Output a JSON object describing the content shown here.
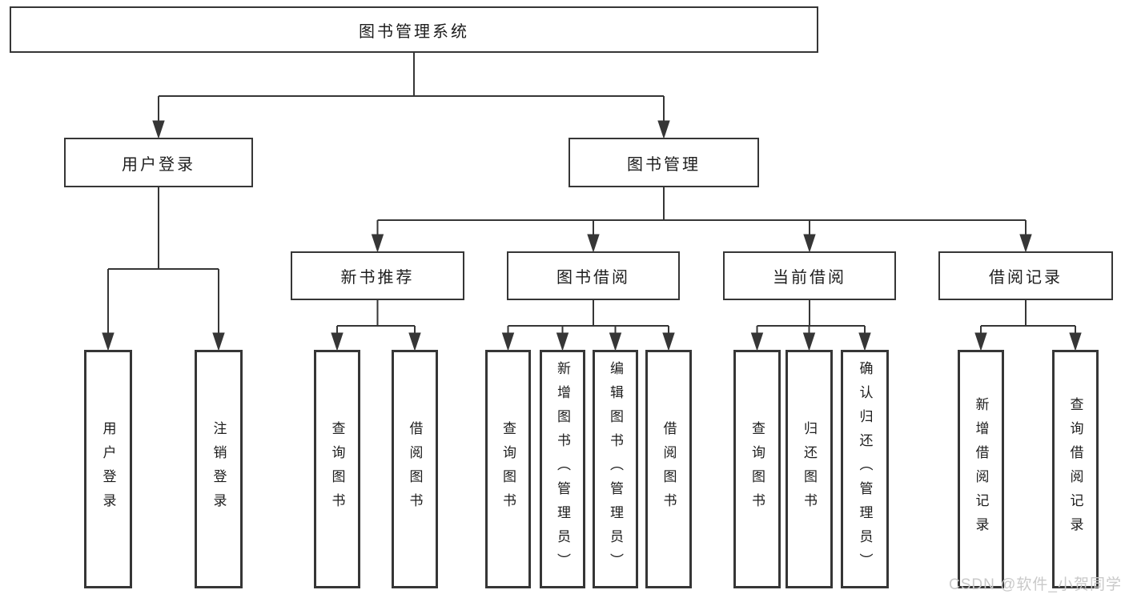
{
  "diagram": {
    "tree": {
      "root": {
        "label": "图书管理系统"
      },
      "login_branch": {
        "label": "用户登录",
        "children": [
          "用户登录",
          "注销登录"
        ]
      },
      "mgmt_branch": {
        "label": "图书管理",
        "groups": [
          {
            "label": "新书推荐",
            "children": [
              "查询图书",
              "借阅图书"
            ]
          },
          {
            "label": "图书借阅",
            "children": [
              "查询图书",
              "新增图书（管理员）",
              "编辑图书（管理员）",
              "借阅图书"
            ]
          },
          {
            "label": "当前借阅",
            "children": [
              "查询图书",
              "归还图书",
              "确认归还（管理员）"
            ]
          },
          {
            "label": "借阅记录",
            "children": [
              "新增借阅记录",
              "查询借阅记录"
            ]
          }
        ]
      }
    }
  },
  "watermark": {
    "text": "CSDN @软件_小贺同学"
  },
  "colors": {
    "line": "#363636",
    "text": "#1d1d1d",
    "watermark": "#c9c9c9",
    "background": "#ffffff"
  }
}
